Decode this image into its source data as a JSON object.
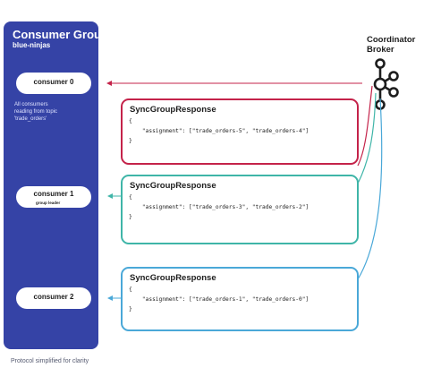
{
  "group": {
    "title": "Consumer Group",
    "name": "blue-ninjas",
    "description_lines": [
      "All consumers",
      "reading from topic",
      "'trade_orders'"
    ],
    "color": "#3543a6"
  },
  "consumers": [
    {
      "label": "consumer 0"
    },
    {
      "label": "consumer 1",
      "sublabel": "group leader"
    },
    {
      "label": "consumer 2"
    }
  ],
  "coordinator": {
    "title_lines": [
      "Coordinator",
      "Broker"
    ],
    "icon": "kafka-icon"
  },
  "responses": [
    {
      "title": "SyncGroupResponse",
      "code_lines": [
        "{",
        "    \"assignment\": [\"trade_orders-5\", \"trade_orders-4\"]",
        "}"
      ],
      "color": "#c4234a"
    },
    {
      "title": "SyncGroupResponse",
      "code_lines": [
        "{",
        "    \"assignment\": [\"trade_orders-3\", \"trade_orders-2\"]",
        "}"
      ],
      "color": "#3fb5a8"
    },
    {
      "title": "SyncGroupResponse",
      "code_lines": [
        "{",
        "    \"assignment\": [\"trade_orders-1\", \"trade_orders-0\"]",
        "}"
      ],
      "color": "#4aa8d8"
    }
  ],
  "footnote": "Protocol simplified for clarity"
}
